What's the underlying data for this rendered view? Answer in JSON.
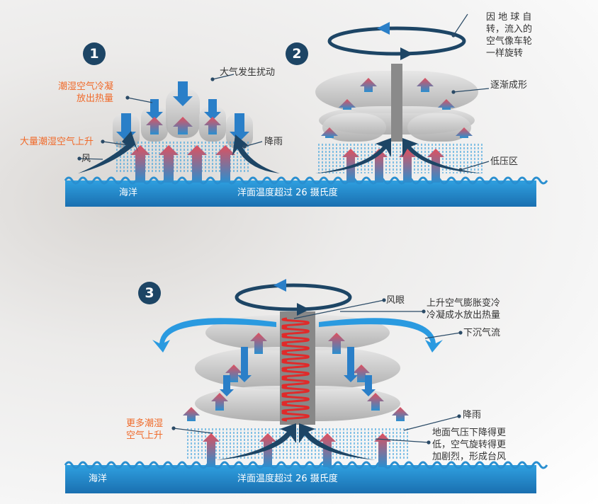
{
  "steps": [
    "1",
    "2",
    "3"
  ],
  "panel1": {
    "disturbance": "大气发生扰动",
    "condense": "潮湿空气冷凝\n放出热量",
    "rising": "大量潮湿空气上升",
    "wind": "风",
    "rain": "降雨",
    "ocean": "海洋",
    "sea_temp": "洋面温度超过 26 摄氏度"
  },
  "panel2": {
    "rotation": "因 地 球 自\n转，流入的\n空气像车轮\n一样旋转",
    "forming": "逐渐成形",
    "low_pressure": "低压区"
  },
  "panel3": {
    "eye": "风眼",
    "expand": "上升空气膨胀变冷\n冷凝成水放出热量",
    "downdraft": "下沉气流",
    "rain": "降雨",
    "pressure": "地面气压下降得更\n低，空气旋转得更\n加剧烈，形成台风",
    "more_rising": "更多潮湿\n空气上升",
    "ocean": "海洋",
    "sea_temp": "洋面温度超过 26 摄氏度"
  },
  "colors": {
    "ocean": "#2a8fd0",
    "circle": "#1d4565",
    "up_arrow": "#e0505e",
    "down_arrow": "#2a7fc8",
    "orange_text": "#f06a2a",
    "spiral": "#e02a2a"
  }
}
